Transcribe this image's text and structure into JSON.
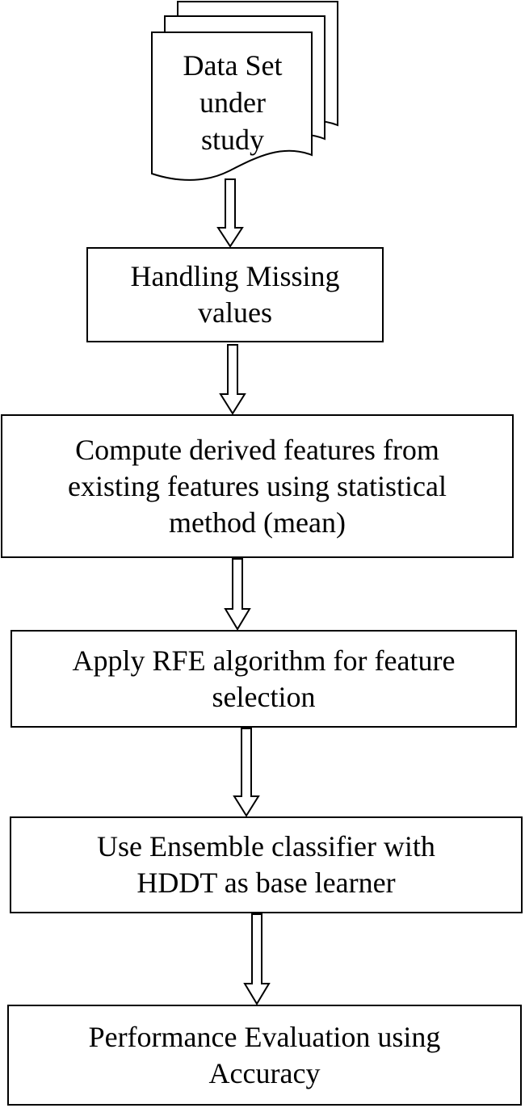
{
  "diagram": {
    "input_document": {
      "lines": [
        "Data Set",
        "under",
        "study"
      ]
    },
    "steps": [
      {
        "lines": [
          "Handling Missing",
          "values"
        ]
      },
      {
        "lines": [
          "Compute derived features from",
          "existing features using statistical",
          "method (mean)"
        ]
      },
      {
        "lines": [
          "Apply RFE algorithm for feature",
          "selection"
        ]
      },
      {
        "lines": [
          "Use Ensemble classifier with",
          "HDDT as base learner"
        ]
      },
      {
        "lines": [
          "Performance Evaluation using",
          "Accuracy"
        ]
      }
    ]
  },
  "colors": {
    "stroke": "#000000",
    "fill": "#ffffff",
    "text": "#000000"
  }
}
